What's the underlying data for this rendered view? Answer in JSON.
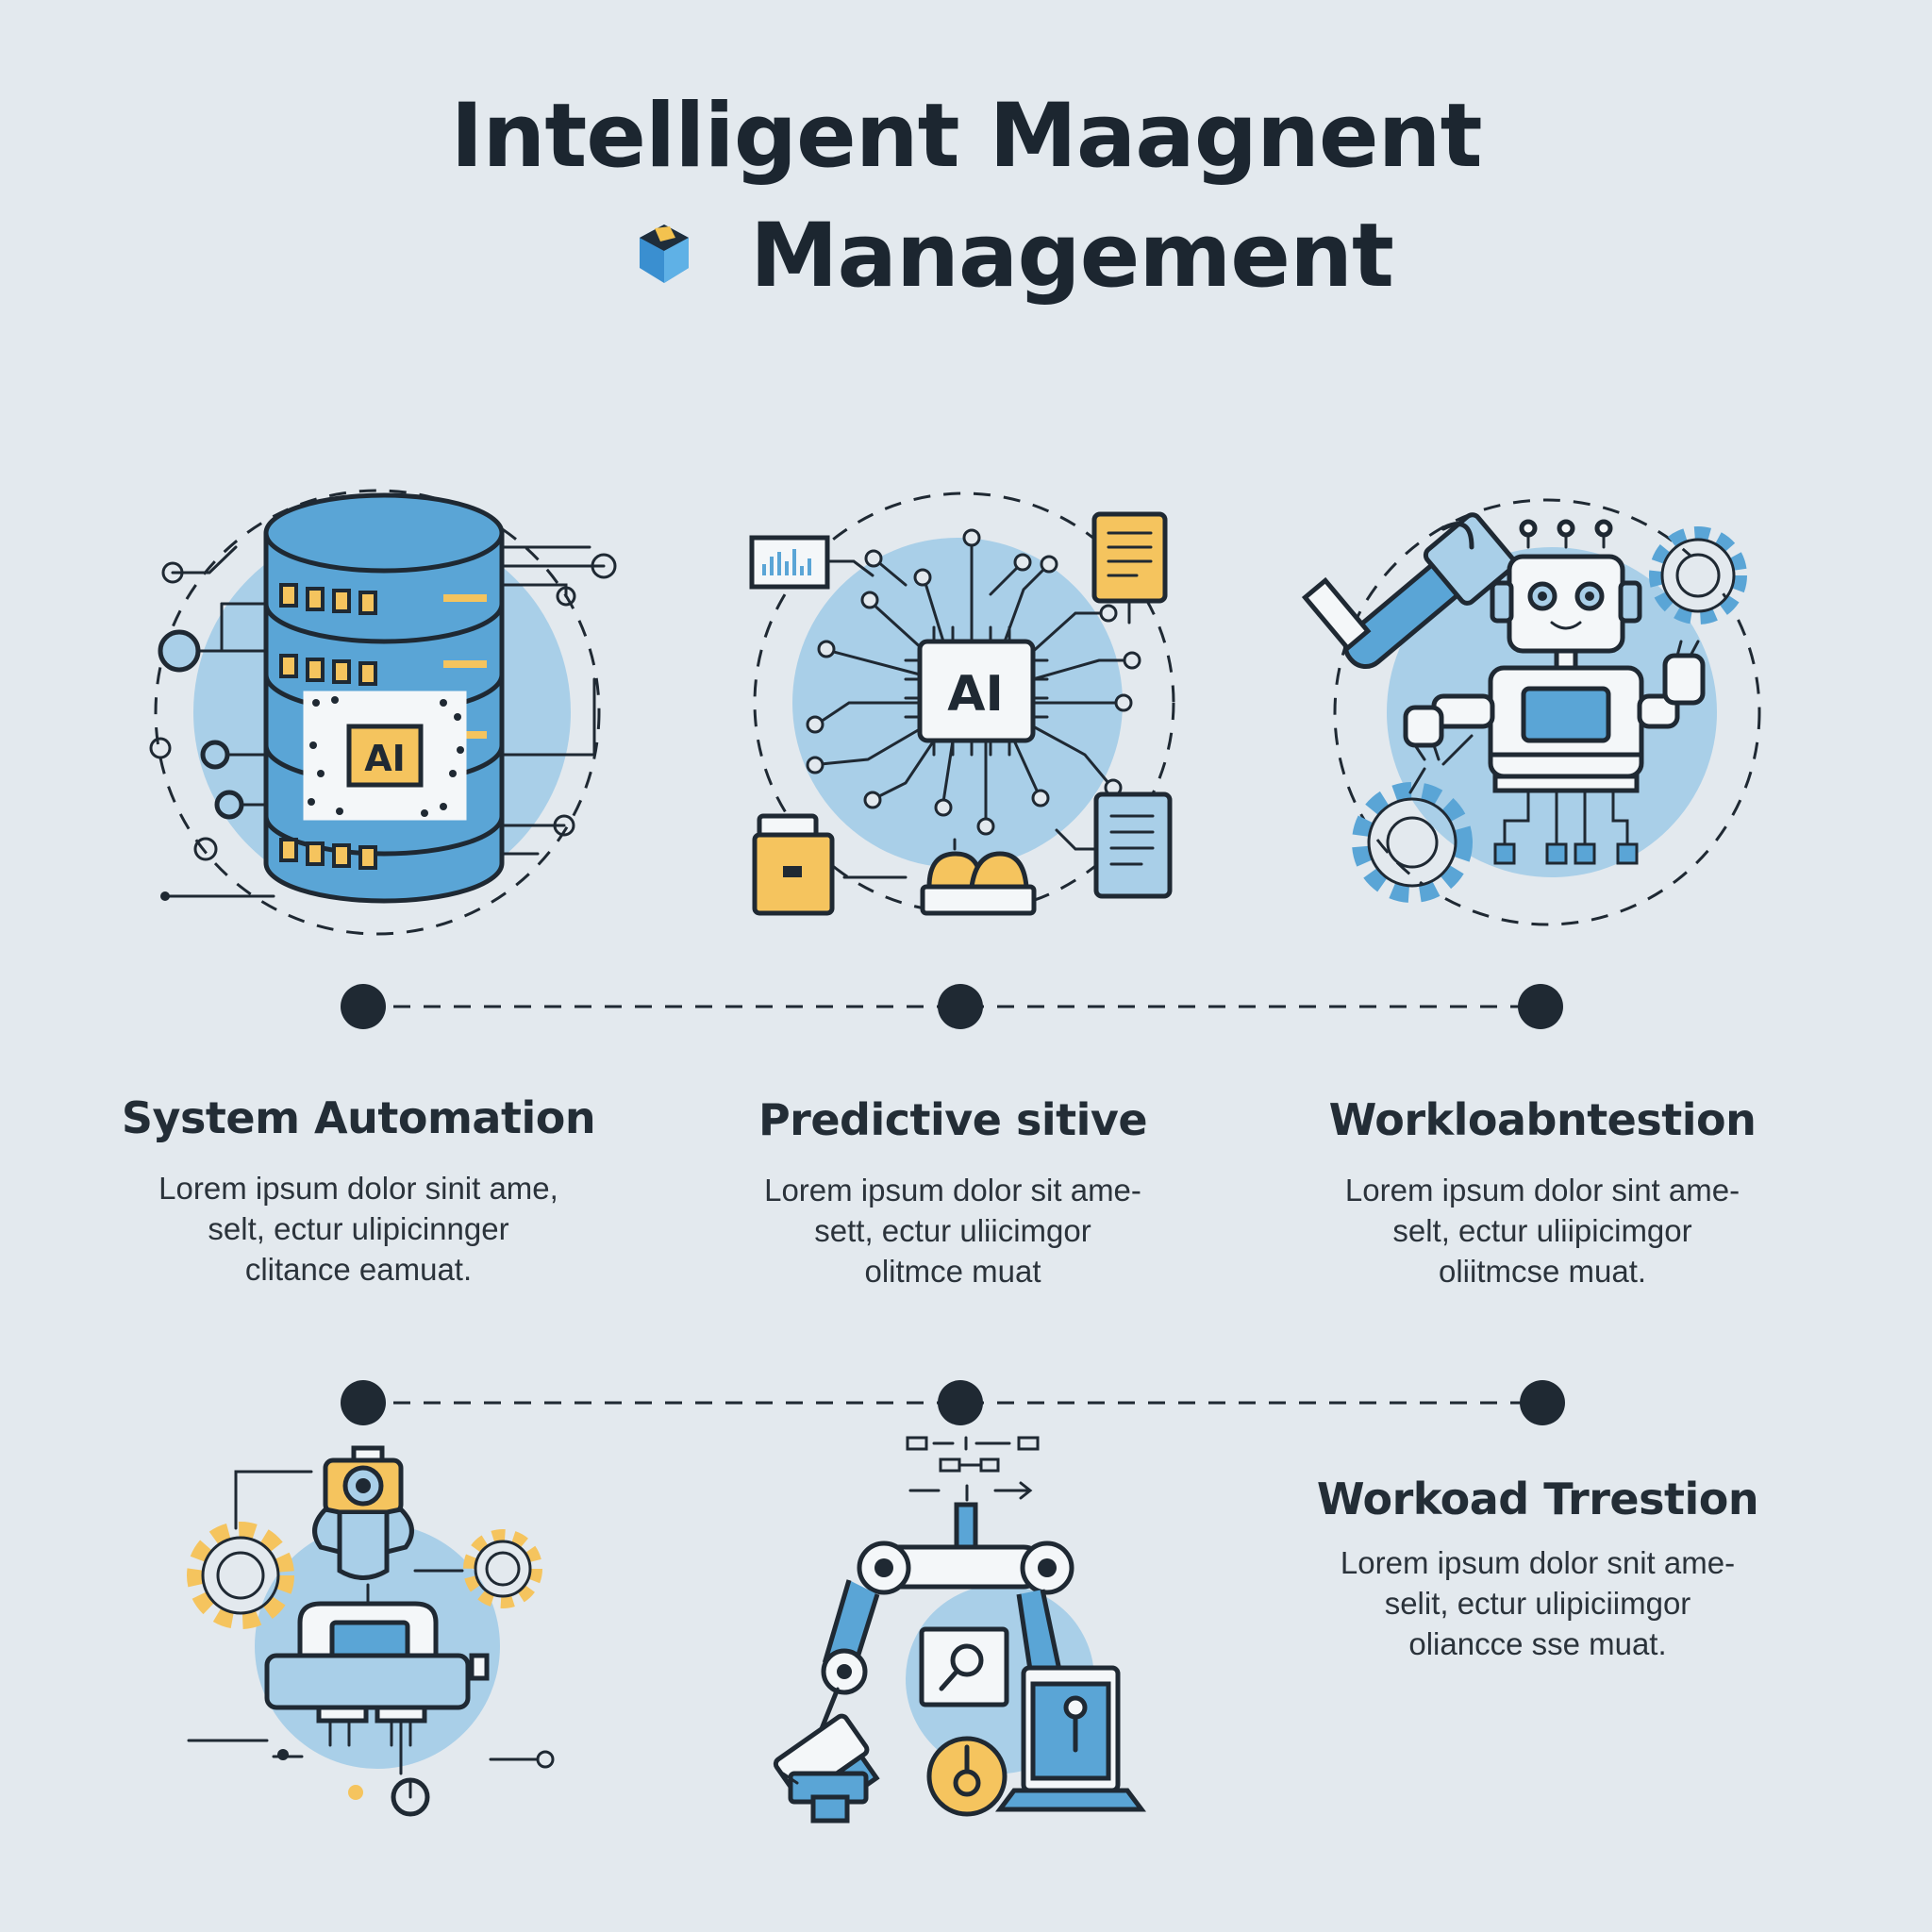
{
  "title": {
    "line1": "Intelligent Maagnent",
    "line2": "Management"
  },
  "colors": {
    "background": "#e3e9ee",
    "accent_blue": "#5aa5d6",
    "light_blue": "#a9cfe8",
    "accent_yellow": "#f5c45e",
    "dark": "#1f2933"
  },
  "icons": {
    "logo": "hexagon-logo-icon",
    "item1": "ai-database-icon",
    "item2": "ai-chip-network-icon",
    "item3": "robot-gears-icon",
    "item4": "camera-robot-gears-icon",
    "item5": "robotic-arm-icon"
  },
  "chip_text": "AI",
  "items": [
    {
      "heading": "System Automation",
      "lines": [
        "Lorem ipsum dolor sinit ame,",
        "selt, ectur ulipicinnger",
        "clitance eamuat."
      ]
    },
    {
      "heading": "Predictive sitive",
      "lines": [
        "Lorem ipsum dolor sit ame-",
        "sett, ectur uliicimgor",
        "olitmce muat"
      ]
    },
    {
      "heading": "Workloabntestion",
      "lines": [
        "Lorem ipsum dolor sint ame-",
        "selt, ectur uliipicimgor",
        "oliitmcse muat."
      ]
    },
    {
      "heading": "Workoad Trrestion",
      "lines": [
        "Lorem ipsum dolor snit ame-",
        "selit, ectur ulipiciimgor",
        "oliancce sse muat."
      ]
    }
  ]
}
